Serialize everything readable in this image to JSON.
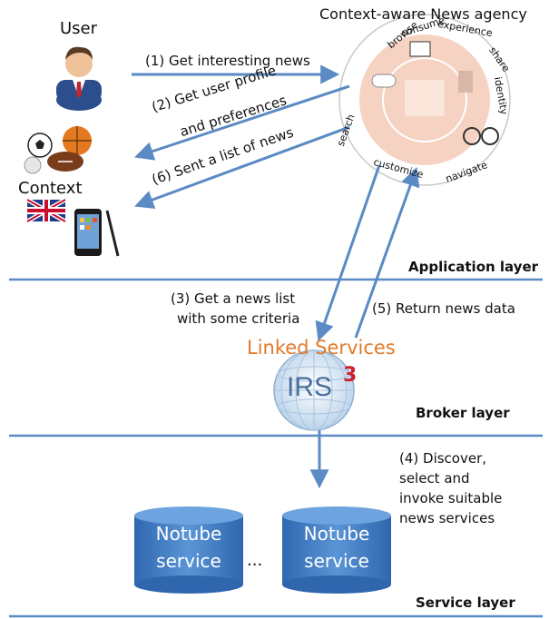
{
  "actors": {
    "user_label": "User",
    "context_label": "Context",
    "agency_label": "Context-aware News agency"
  },
  "agency_ring_words": [
    "browse",
    "consume",
    "experience",
    "share",
    "identity",
    "navigate",
    "customize",
    "search"
  ],
  "messages": {
    "m1": "(1) Get interesting news",
    "m2_line1": "(2) Get user profile",
    "m2_line2": "and preferences",
    "m6": "(6) Sent a list of news",
    "m3_line1": "(3) Get a news list",
    "m3_line2": "with some criteria",
    "m5": "(5) Return news data",
    "m4_line1": "(4) Discover,",
    "m4_line2": "select and",
    "m4_line3": "invoke suitable",
    "m4_line4": "news services"
  },
  "layers": {
    "application": "Application layer",
    "broker": "Broker layer",
    "service": "Service layer"
  },
  "broker": {
    "title": "Linked Services",
    "logo_text": "IRS",
    "logo_sup": "3"
  },
  "services": {
    "left_line1": "Notube",
    "left_line2": "service",
    "right_line1": "Notube",
    "right_line2": "service",
    "ellipsis": "..."
  },
  "colors": {
    "arrow": "#5b8ac4",
    "layer_line": "#5b8ac4",
    "cylinder": "#3d78c0",
    "agency_fill": "#f6d2c2",
    "broker_title": "#e07a2a"
  }
}
